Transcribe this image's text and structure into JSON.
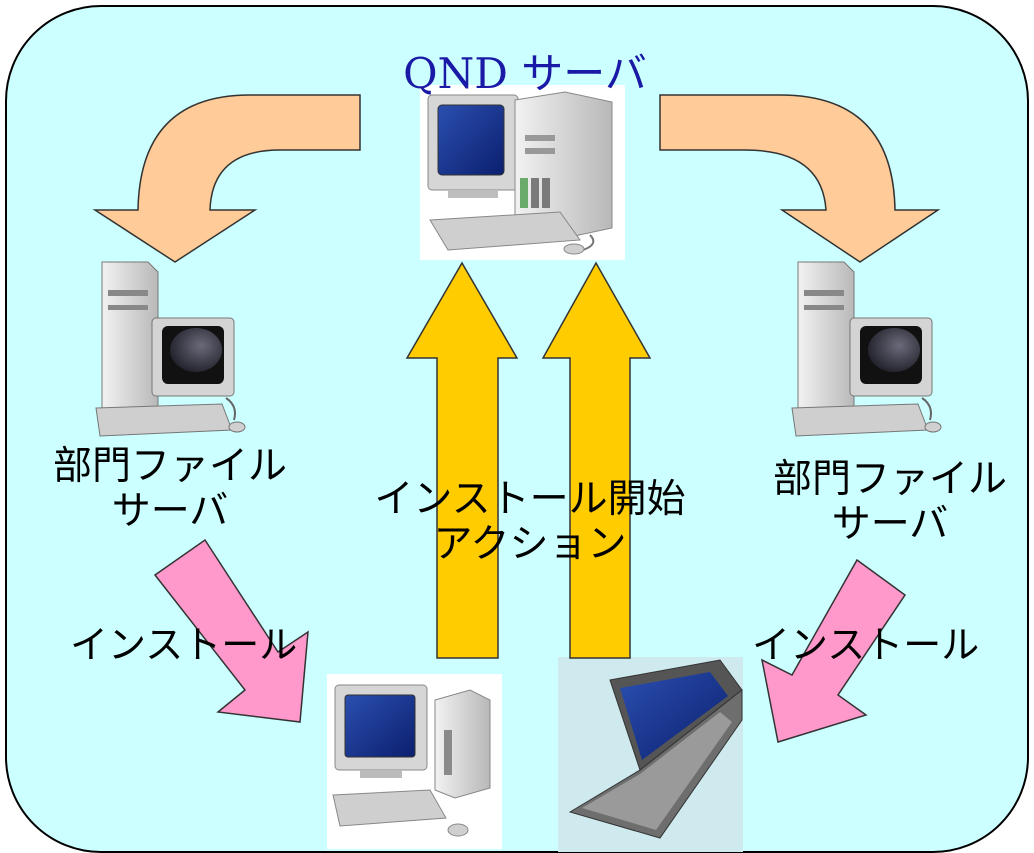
{
  "server": {
    "title": "QND サーバ"
  },
  "left_server": {
    "line1": "部門ファイル",
    "line2": "サーバ"
  },
  "right_server": {
    "line1": "部門ファイル",
    "line2": "サーバ"
  },
  "left_install": "インストール",
  "right_install": "インストール",
  "center_action": {
    "line1": "インストール開始",
    "line2": "アクション"
  },
  "colors": {
    "background": "#CCFFFF",
    "distribution_arrow": "#FFCC99",
    "install_arrow": "#FF99CC",
    "action_arrow": "#FFCC00",
    "border": "#000000"
  },
  "icons": [
    "server-computer-icon",
    "tower-pc-icon",
    "desktop-pc-icon",
    "laptop-icon"
  ]
}
